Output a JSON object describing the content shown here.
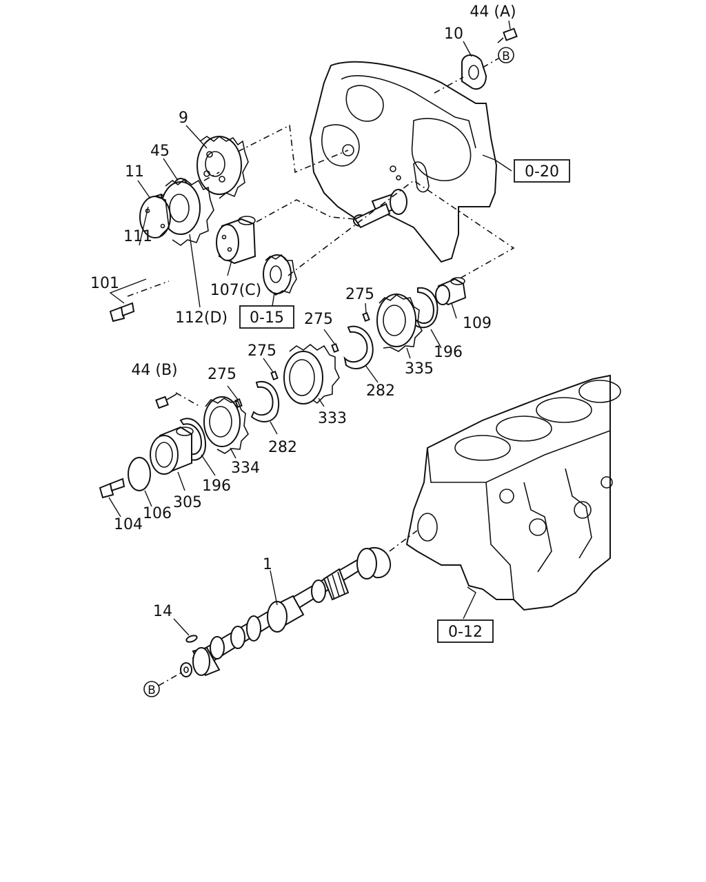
{
  "callouts": {
    "c44a": "44 (A)",
    "c10": "10",
    "c9": "9",
    "c45": "45",
    "c11": "11",
    "c111": "111",
    "c101": "101",
    "c107c": "107(C)",
    "c112d": "112(D)",
    "c109": "109",
    "c275a": "275",
    "c275b": "275",
    "c275c": "275",
    "c275d": "275",
    "c196a": "196",
    "c335": "335",
    "c282a": "282",
    "c333": "333",
    "c44b": "44 (B)",
    "c282b": "282",
    "c334": "334",
    "c196b": "196",
    "c305": "305",
    "c106": "106",
    "c104": "104",
    "c1": "1",
    "c14": "14"
  },
  "references": {
    "r020": "0-20",
    "r015": "0-15",
    "r012": "0-12"
  },
  "markers": {
    "b_top": "B",
    "b_bottom": "B"
  }
}
